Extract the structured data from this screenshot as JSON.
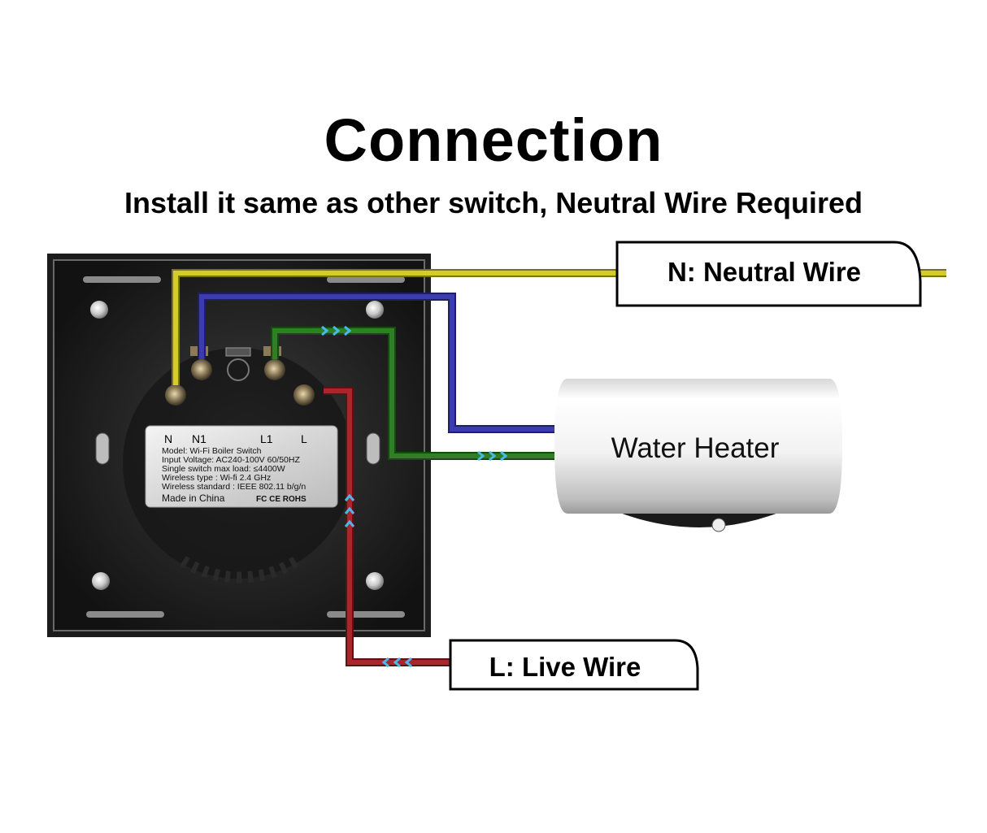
{
  "title": "Connection",
  "subtitle": "Install it same as other switch, Neutral Wire Required",
  "switch": {
    "terminals": [
      "N",
      "N1",
      "L1",
      "L"
    ],
    "label_lines": [
      "Model: Wi-Fi Boiler Switch",
      "Input Voltage: AC240-100V 60/50HZ",
      "Single switch max load:   ≤4400W",
      "Wireless type : Wi-fi 2.4 GHz",
      "Wireless standard : IEEE 802.11 b/g/n"
    ],
    "made_in": "Made in China",
    "certifications": "FC CE ROHS"
  },
  "labels": {
    "neutral": "N: Neutral Wire",
    "live": "L: Live Wire",
    "heater": "Water Heater"
  },
  "colors": {
    "neutral_wire": "#c8c020",
    "n1_wire": "#3a3aa8",
    "l1_wire": "#2f7a24",
    "live_wire": "#a0262a",
    "arrow": "#4ab8e8",
    "panel": "#1c1c1c"
  }
}
